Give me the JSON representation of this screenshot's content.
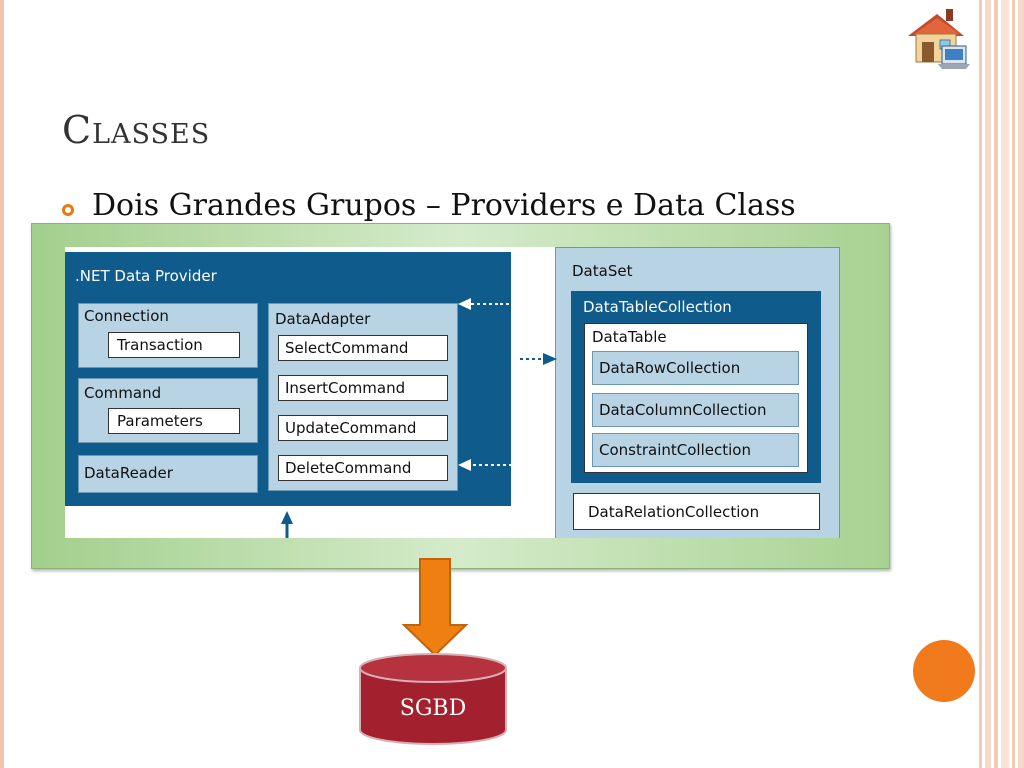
{
  "slide": {
    "title": "Classes",
    "bullet": "Dois Grandes Grupos – Providers e Data Class"
  },
  "diagram": {
    "provider": {
      "title": ".NET Data Provider",
      "connection": "Connection",
      "transaction": "Transaction",
      "command": "Command",
      "parameters": "Parameters",
      "datareader": "DataReader",
      "dataadapter": "DataAdapter",
      "selectcommand": "SelectCommand",
      "insertcommand": "InsertCommand",
      "updatecommand": "UpdateCommand",
      "deletecommand": "DeleteCommand"
    },
    "dataset": {
      "title": "DataSet",
      "datatablecollection": "DataTableCollection",
      "datatable": "DataTable",
      "datarowcollection": "DataRowCollection",
      "datacolumncollection": "DataColumnCollection",
      "constraintcollection": "ConstraintCollection",
      "datarelationcollection": "DataRelationCollection"
    }
  },
  "database": {
    "label": "SGBD"
  },
  "colors": {
    "accent": "#e87a12",
    "provider_dark": "#0f5b8c",
    "provider_light": "#b7d3e4",
    "database": "#a3202e"
  },
  "icons": [
    "house-computer-icon",
    "bullet-ring-icon"
  ]
}
